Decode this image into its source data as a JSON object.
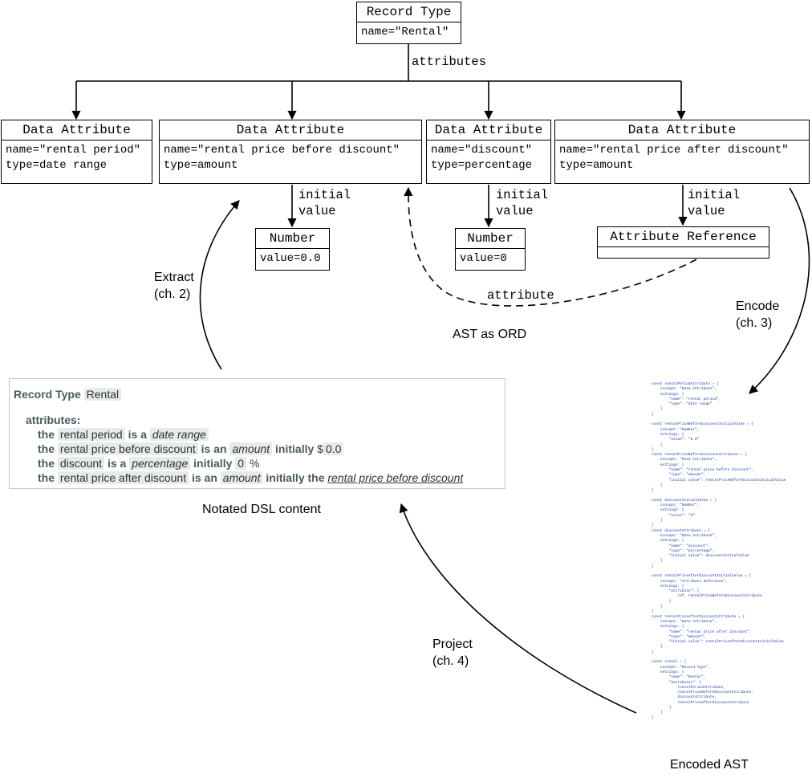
{
  "record_type": {
    "title": "Record Type",
    "props": [
      "name=\"Rental\""
    ]
  },
  "attributes_label": "attributes",
  "data_attributes": [
    {
      "title": "Data Attribute",
      "props": [
        "name=\"rental period\"",
        "type=date range"
      ]
    },
    {
      "title": "Data Attribute",
      "props": [
        "name=\"rental price before discount\"",
        "type=amount"
      ]
    },
    {
      "title": "Data Attribute",
      "props": [
        "name=\"discount\"",
        "type=percentage"
      ]
    },
    {
      "title": "Data Attribute",
      "props": [
        "name=\"rental price after discount\"",
        "type=amount"
      ]
    }
  ],
  "initial_value_label": [
    "initial",
    "value"
  ],
  "values": [
    {
      "title": "Number",
      "props": [
        "value=0.0"
      ]
    },
    {
      "title": "Number",
      "props": [
        "value=0"
      ]
    },
    {
      "title": "Attribute Reference",
      "props": []
    }
  ],
  "attribute_ref_label": "attribute",
  "ast_label": "AST as ORD",
  "extract_label": [
    "Extract",
    "(ch. 2)"
  ],
  "encode_label": [
    "Encode",
    "(ch. 3)"
  ],
  "project_label": [
    "Project",
    "(ch. 4)"
  ],
  "dsl_caption": "Notated DSL content",
  "encoded_caption": "Encoded AST",
  "dsl": {
    "record_type_kw": "Record Type",
    "record_type_name": "Rental",
    "attributes_kw": "attributes:",
    "lines": [
      {
        "the": "the",
        "name": "rental period",
        "verb": "is a",
        "type": "date range"
      },
      {
        "the": "the",
        "name": "rental price before discount",
        "verb": "is an",
        "type": "amount",
        "initially": "initially",
        "prefix": "$",
        "value": "0.0"
      },
      {
        "the": "the",
        "name": "discount",
        "verb": "is a",
        "type": "percentage",
        "initially": "initially",
        "value": "0",
        "suffix": "%"
      },
      {
        "the": "the",
        "name": "rental price after discount",
        "verb": "is an",
        "type": "amount",
        "initially": "initially the",
        "ref": "rental price before discount"
      }
    ]
  },
  "encoded_code": [
    "const rentalPeriodAttribute = {",
    "    concept: \"Data Attribute\",",
    "    settings: {",
    "        \"name\": \"rental period\",",
    "        \"type\": \"date range\"",
    "    }",
    "}",
    "",
    "const rentalPriceBeforeDiscountInitialValue = {",
    "    concept: \"Number\",",
    "    settings: {",
    "        \"value\": \"0.0\"",
    "    }",
    "}",
    "const rentalPriceBeforeDiscountAttribute = {",
    "    concept: \"Data Attribute\",",
    "    settings: {",
    "        \"name\": \"rental price before discount\",",
    "        \"type\": \"amount\",",
    "        \"initial value\": rentalPriceBeforeDiscountInitialValue",
    "    }",
    "}",
    "",
    "const discountInitialValue = {",
    "    concept: \"Number\",",
    "    settings: {",
    "        \"value\": \"0\"",
    "    }",
    "}",
    "const discountAttribute = {",
    "    concept: \"Data Attribute\",",
    "    settings: {",
    "        \"name\": \"discount\",",
    "        \"type\": \"percentage\",",
    "        \"initial value\": discountInitialValue",
    "    }",
    "}",
    "",
    "const rentalPriceAfterDiscountInitialValue = {",
    "    concept: \"Attribute Reference\",",
    "    settings: {",
    "        \"attribute\": {",
    "            ref: rentalPriceBeforeDiscountAttribute",
    "        }",
    "    }",
    "}",
    "const rentalPriceAfterDiscountAttribute = {",
    "    concept: \"Data Attribute\",",
    "    settings: {",
    "        \"name\": \"rental price after discount\",",
    "        \"type\": \"amount\",",
    "        \"initial value\": rentalPriceAfterDiscountInitialValue",
    "    }",
    "}",
    "",
    "const rental = {",
    "    concept: \"Record Type\",",
    "    settings: {",
    "        \"name\": \"Rental\",",
    "        \"attributes\": [",
    "            rentalPeriodAttribute,",
    "            rentalPriceBeforeDiscountAttribute,",
    "            discountAttribute,",
    "            rentalPriceAfterDiscountAttribute",
    "        ]",
    "    }",
    "}"
  ]
}
